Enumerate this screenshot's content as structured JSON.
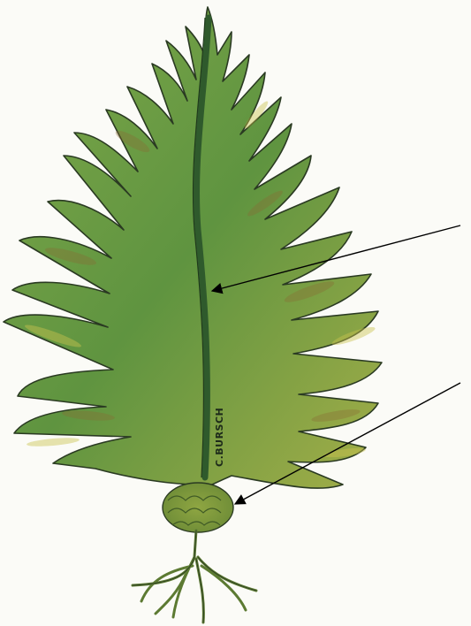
{
  "illustration": {
    "subject": "fern-frond-icon",
    "signature": "C.BURSCH",
    "colors": {
      "paper": "#fbfbf7",
      "leaf_green": "#6f9a3c",
      "leaf_light": "#a9b84a",
      "leaf_shadow": "#3f6e2c",
      "midrib": "#2f5a2c",
      "brown_tint": "#8a6a34",
      "outline": "#2a3a22",
      "arrow": "#000000"
    }
  },
  "arrows": [
    {
      "name": "midrib-pointer-arrow"
    },
    {
      "name": "rhizome-pointer-arrow"
    }
  ]
}
